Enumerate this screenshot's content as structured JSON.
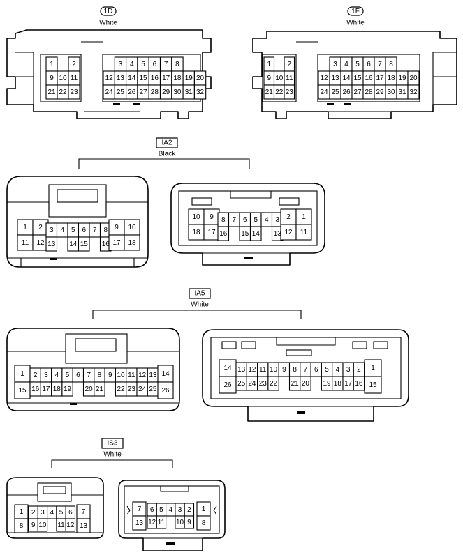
{
  "connectors": [
    {
      "id": "1D",
      "color": "White"
    },
    {
      "id": "1F",
      "color": "White"
    },
    {
      "id": "IA2",
      "color": "Black"
    },
    {
      "id": "IA5",
      "color": "White"
    },
    {
      "id": "IS3",
      "color": "White"
    }
  ]
}
